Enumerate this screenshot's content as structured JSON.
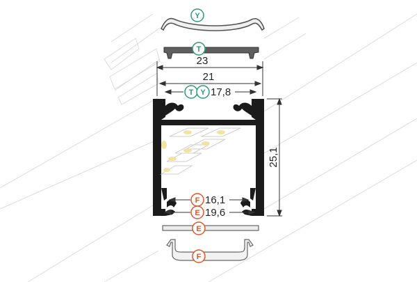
{
  "colors": {
    "profile": "#1b1b1b",
    "dimension_line": "#333333",
    "ghost_lines": "#d9d9d9",
    "cover_y": "#eeeeee",
    "cover_t": "#5f5f5f",
    "cover_e": "#ececec",
    "cover_f": "#f2f2f2",
    "badge_green": "#2e9a7a",
    "badge_orange": "#e0572a",
    "led_yellow": "#f3e3a0"
  },
  "covers": {
    "y": {
      "badge": "Y"
    },
    "t": {
      "badge": "T"
    },
    "e": {
      "badge": "E"
    },
    "f": {
      "badge": "F"
    }
  },
  "dimensions": {
    "width_outer": {
      "value": "23"
    },
    "width_inner": {
      "value": "21"
    },
    "width_cover_slot": {
      "badges": [
        "T",
        "Y"
      ],
      "value": "17,8"
    },
    "width_bottom_f": {
      "badge": "F",
      "value": "16,1"
    },
    "width_bottom_e": {
      "badge": "E",
      "value": "19,6"
    },
    "height": {
      "value": "25,1"
    }
  }
}
